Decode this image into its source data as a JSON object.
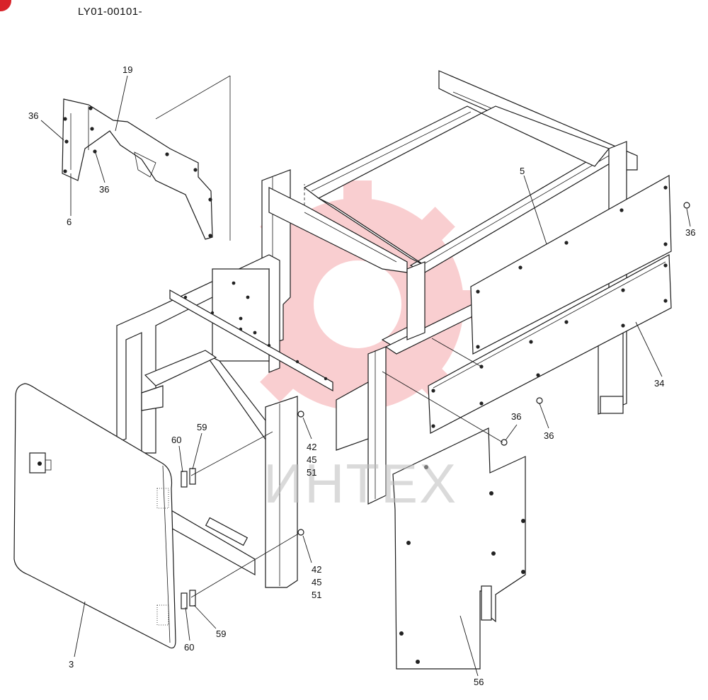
{
  "document": {
    "code": "LY01-00101-"
  },
  "watermark": {
    "text": "ИНТЕХ",
    "color": "#e8262d"
  },
  "accent": {
    "badge_color": "#d8232a"
  },
  "callouts": {
    "c19": "19",
    "c36a": "36",
    "c36b": "36",
    "c6": "6",
    "c5": "5",
    "c36c": "36",
    "c34": "34",
    "c36d": "36",
    "c36e": "36",
    "c60a": "60",
    "c59a": "59",
    "c42a": "42",
    "c45a": "45",
    "c51a": "51",
    "c42b": "42",
    "c45b": "45",
    "c51b": "51",
    "c60b": "60",
    "c59b": "59",
    "c3": "3",
    "c56": "56"
  }
}
